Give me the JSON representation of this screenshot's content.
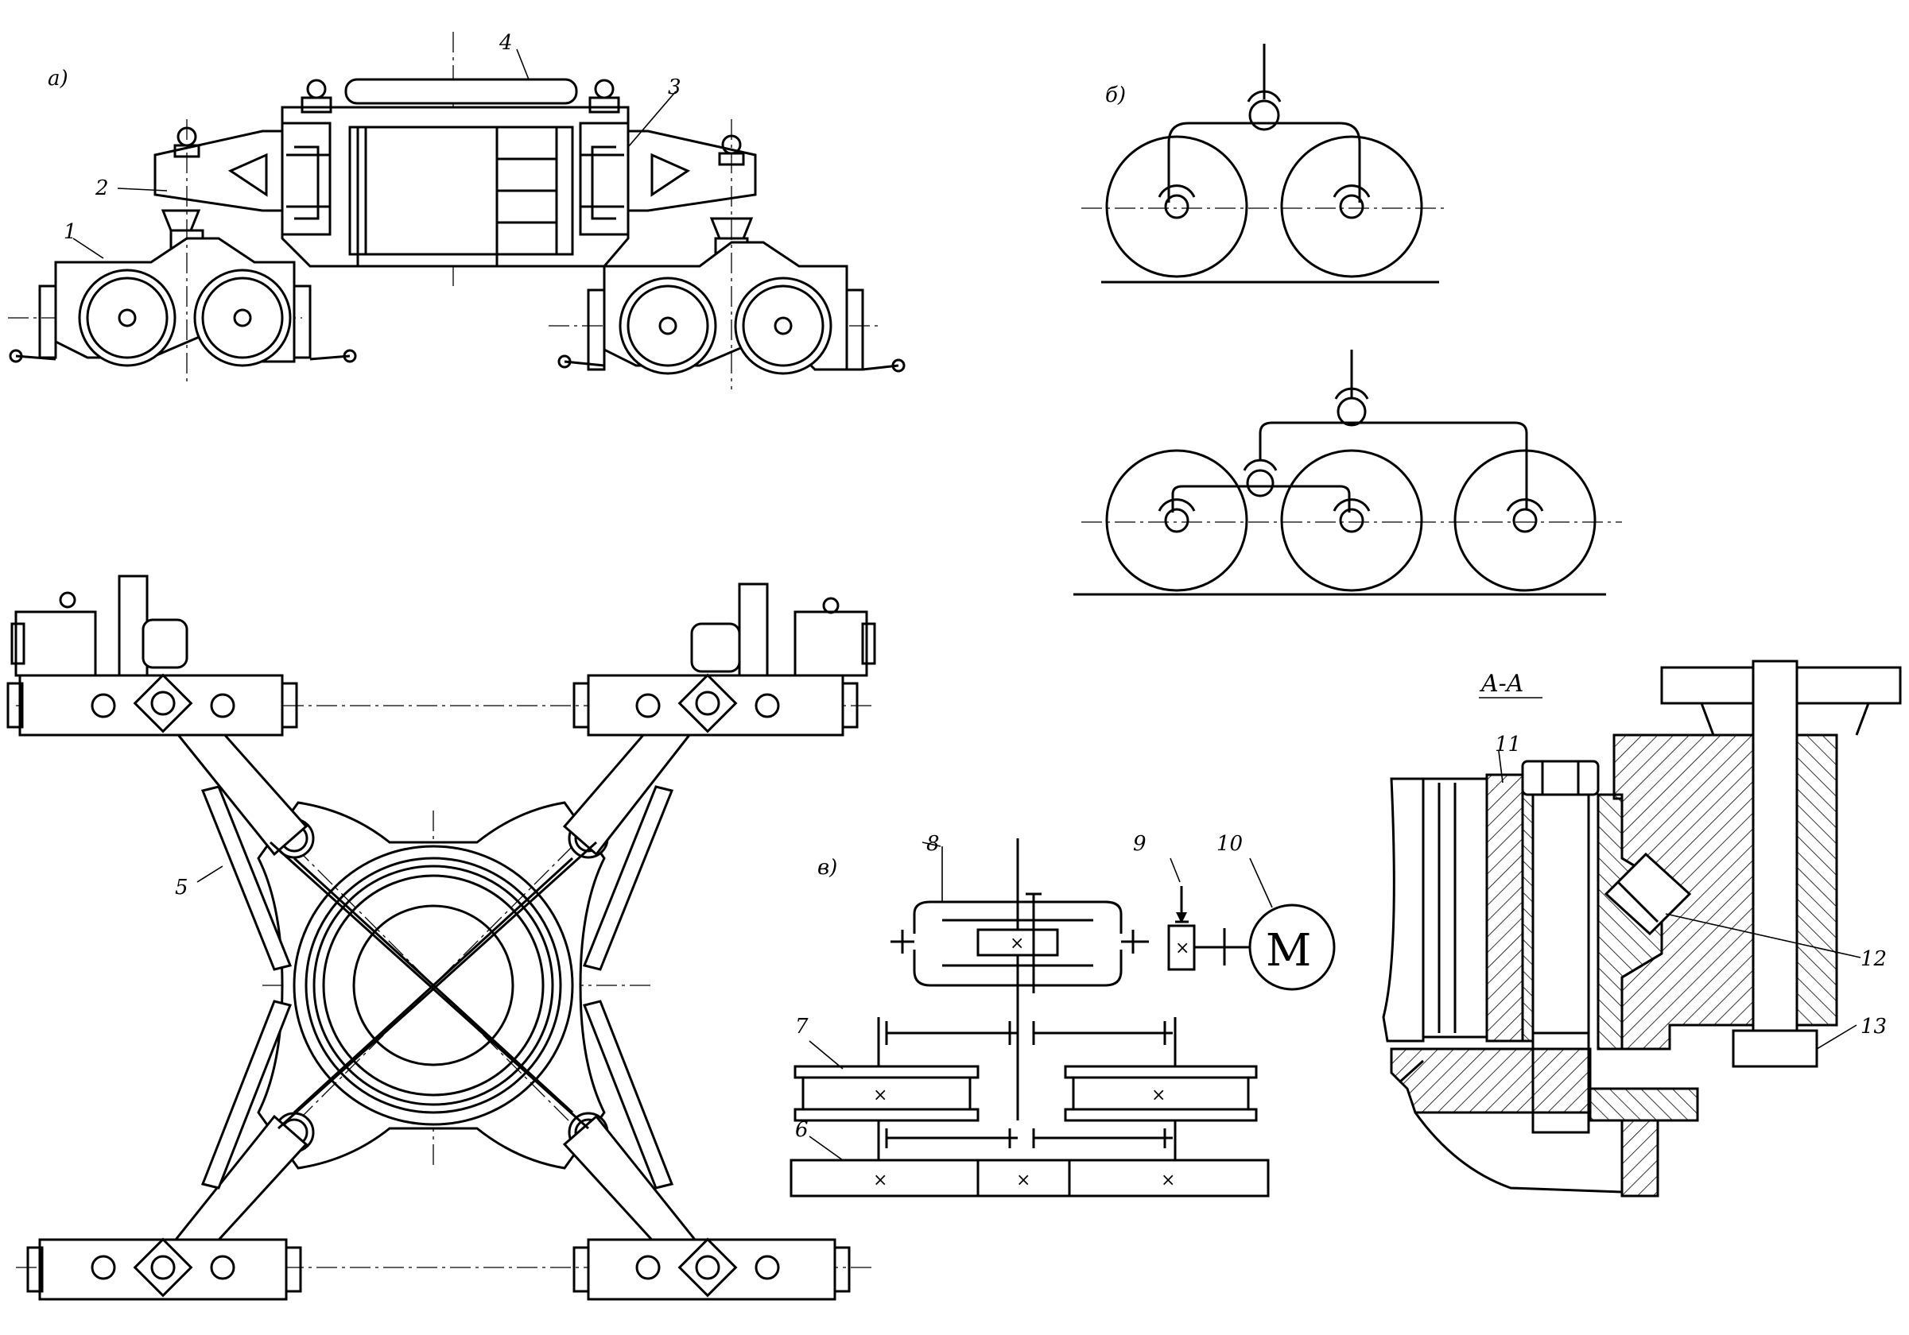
{
  "labels": {
    "view_a": "a)",
    "view_b": "б)",
    "view_v": "в)",
    "section": "A-A",
    "n1": "1",
    "n2": "2",
    "n3": "3",
    "n4": "4",
    "n5": "5",
    "n6": "6",
    "n7": "7",
    "n8": "8",
    "n9": "9",
    "n10": "10",
    "n11": "11",
    "n12": "12",
    "n13": "13",
    "motor": "M"
  }
}
